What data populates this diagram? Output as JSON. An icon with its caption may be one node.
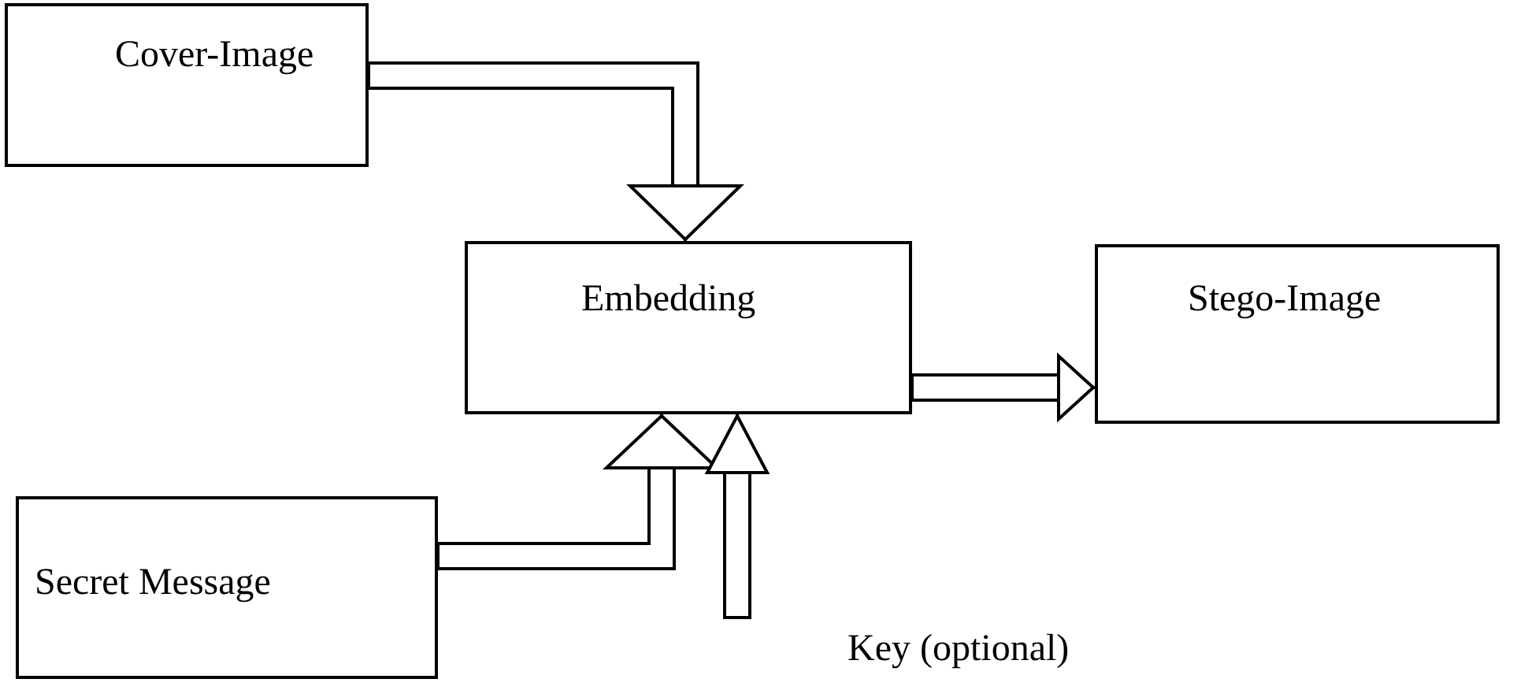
{
  "diagram": {
    "nodes": [
      {
        "text": [
          "Cover-Image"
        ]
      },
      {
        "text": [
          "Embedding"
        ]
      },
      {
        "text": [
          "Stego-Image"
        ]
      },
      {
        "text": [
          "Secret Message"
        ]
      },
      {
        "text": [
          "Key (optional)"
        ]
      }
    ],
    "edges": [
      {
        "from": 0,
        "to": 1,
        "arrow": "to"
      },
      {
        "from": 1,
        "to": 2,
        "arrow": "to"
      },
      {
        "from": 3,
        "to": 1,
        "arrow": "to"
      },
      {
        "from": 4,
        "to": 1,
        "arrow": "to"
      }
    ]
  }
}
